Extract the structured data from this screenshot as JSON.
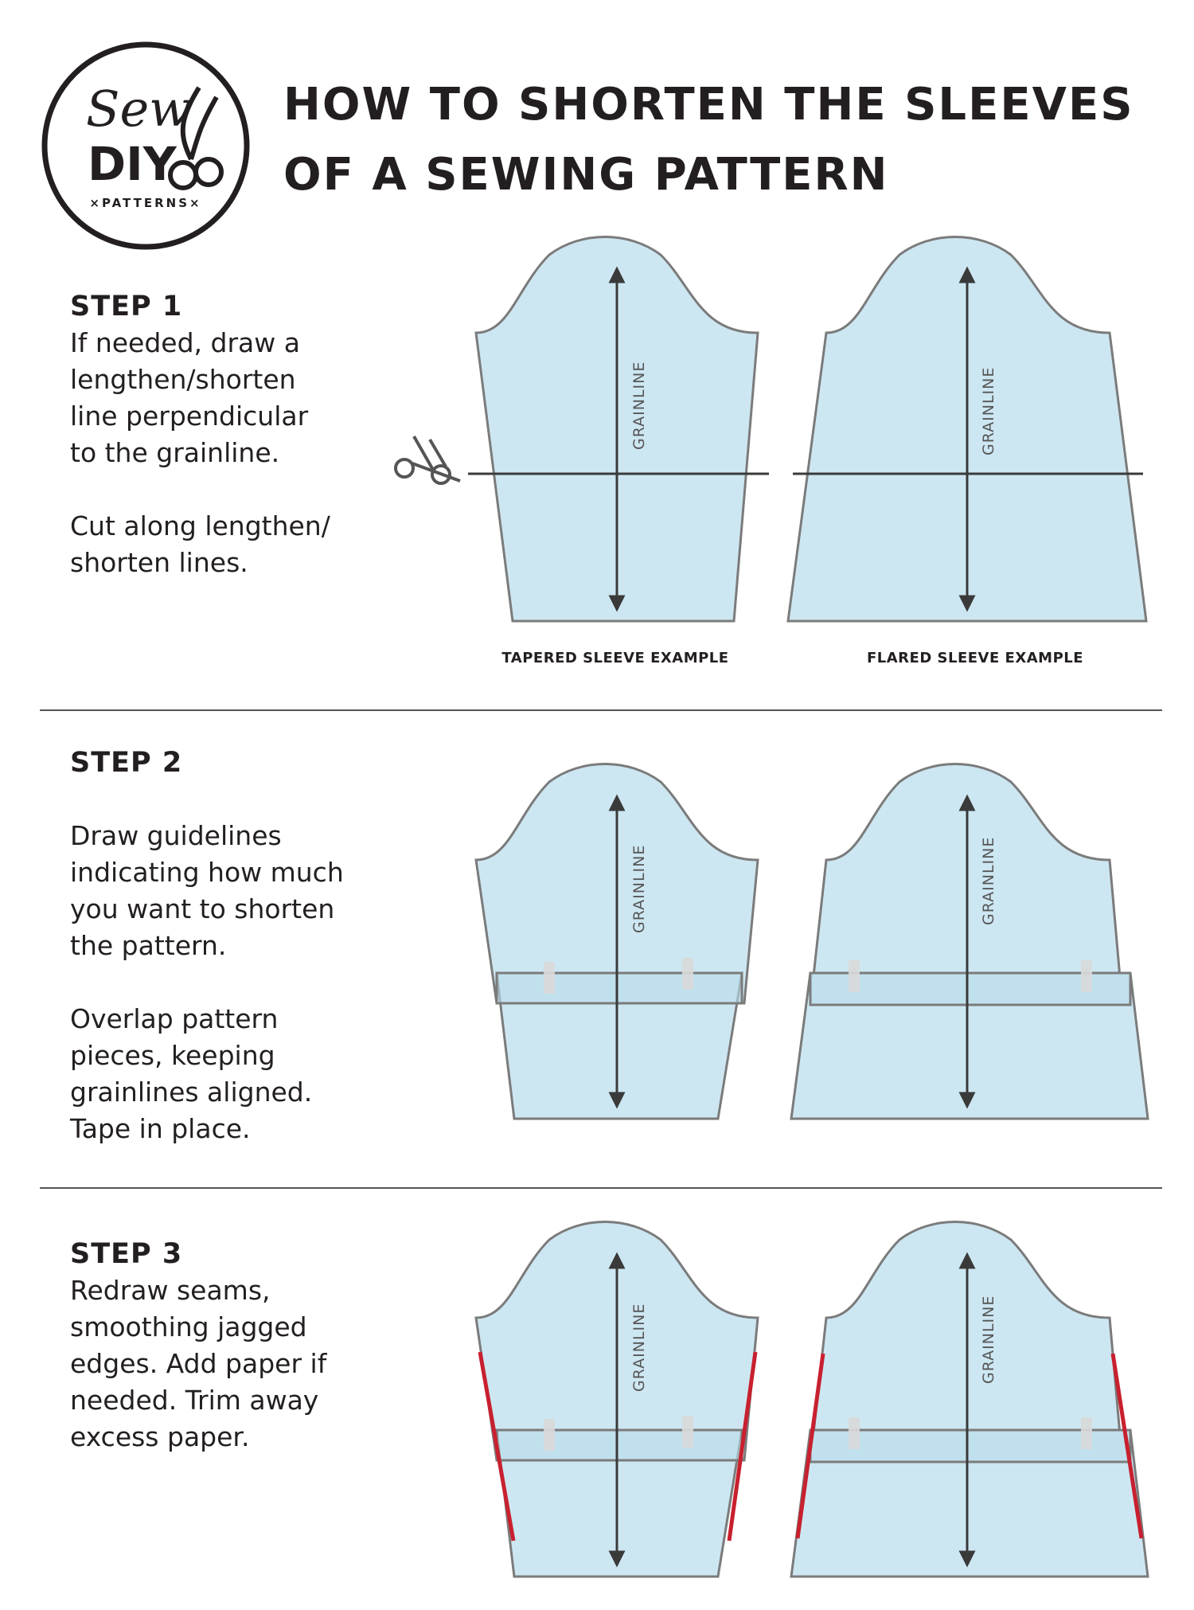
{
  "brand": {
    "line1": "Sew",
    "line2": "DIY",
    "line3": "×PATTERNS×"
  },
  "title": {
    "line1": "HOW TO SHORTEN THE SLEEVES",
    "line2": "OF A SEWING PATTERN"
  },
  "steps": [
    {
      "label": "STEP 1",
      "para1": "If needed, draw a\nlengthen/shorten\nline perpendicular\nto the grainline.",
      "para2": "Cut along lengthen/\nshorten lines."
    },
    {
      "label": "STEP 2",
      "para1": "Draw guidelines\nindicating how much\nyou want to shorten\nthe pattern.",
      "para2": "Overlap pattern\npieces, keeping\ngrainlines aligned.\nTape in place."
    },
    {
      "label": "STEP 3",
      "para1": "Redraw seams,\nsmoothing jagged\nedges. Add paper if\nneeded. Trim away\nexcess paper."
    }
  ],
  "grainline_label": "GRAINLINE",
  "captions": {
    "tapered": "TAPERED SLEEVE EXAMPLE",
    "flared": "FLARED SLEEVE EXAMPLE"
  },
  "colors": {
    "pattern_fill": "#cde7f2",
    "outline": "#7b7b7b",
    "redraw_seam": "#c8202f",
    "tape": "#d9d9d9"
  },
  "icons": [
    "scissors-icon"
  ]
}
